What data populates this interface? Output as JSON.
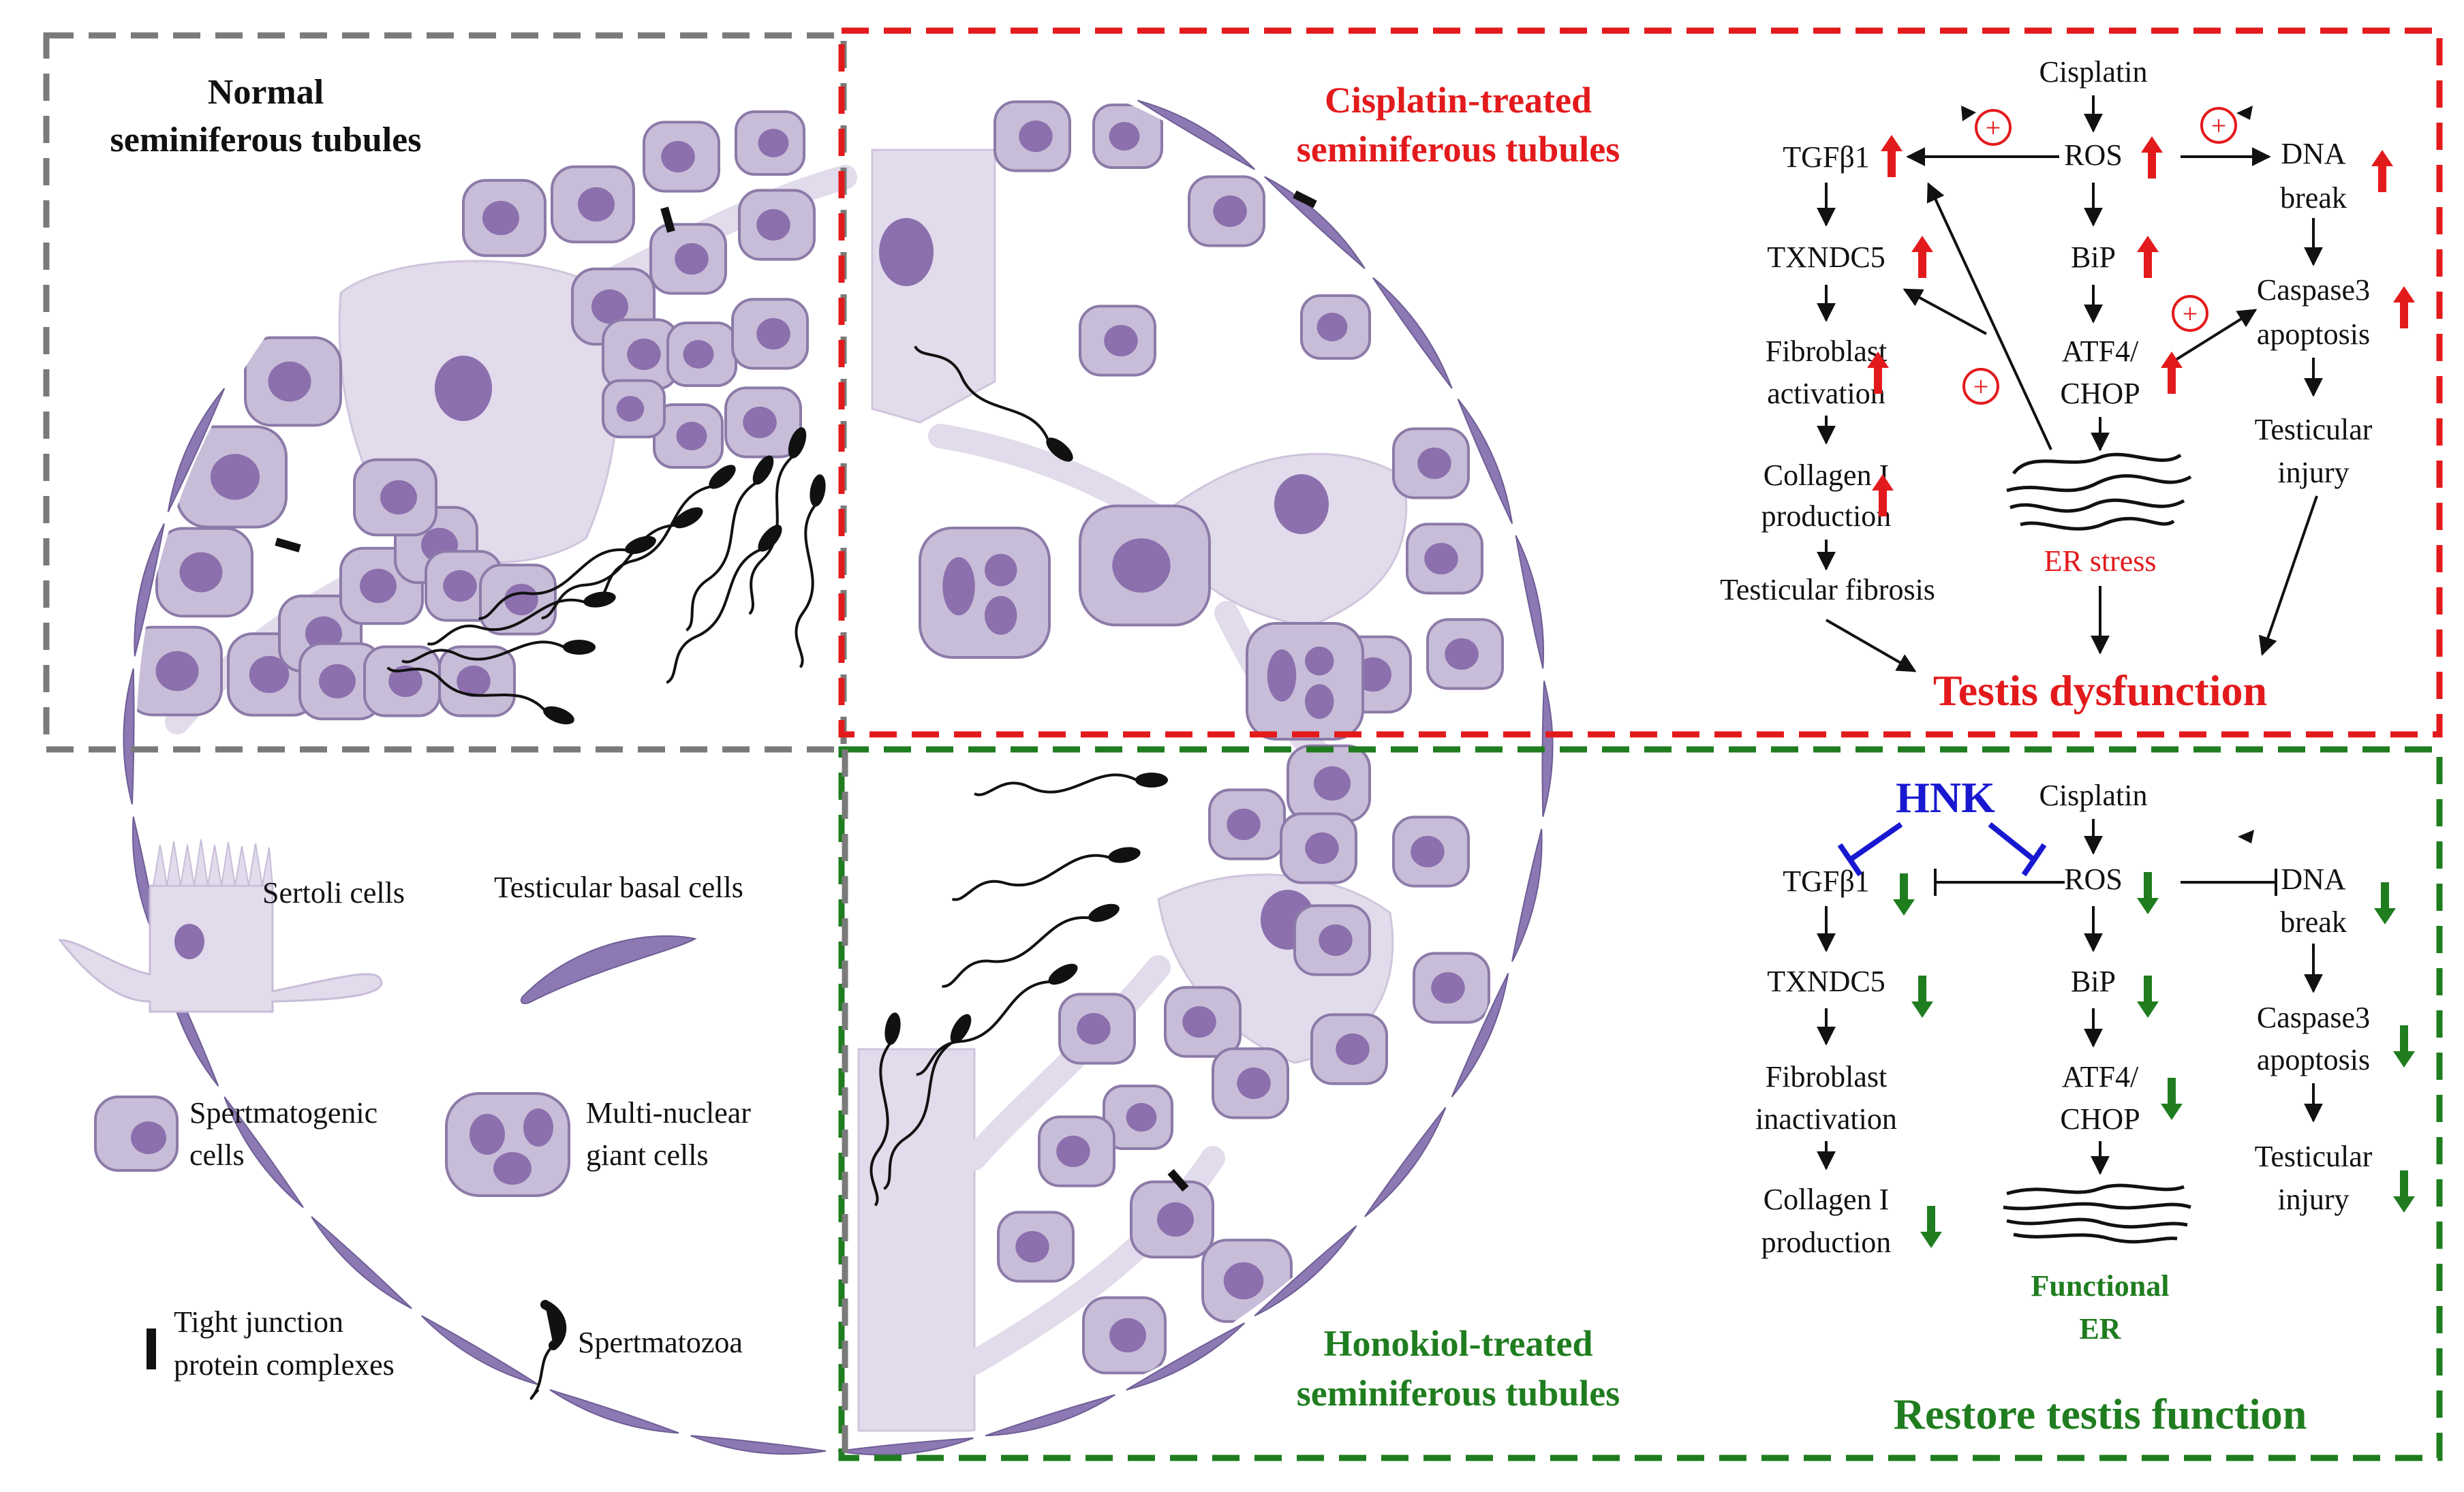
{
  "colors": {
    "cell_fill": "#c8bdd8",
    "cell_stroke": "#8c7aa8",
    "nucleus": "#8b70ad",
    "sertoli": "#e2dbeb",
    "basal": "#8c79b3",
    "red": "#e31a1c",
    "green": "#1f7d1f",
    "blue": "#1818d0",
    "grey": "#7a7a7a"
  },
  "panels": {
    "normal_title": [
      "Normal",
      "seminiferous tubules"
    ],
    "cisplatin_title": [
      "Cisplatin-treated",
      "seminiferous tubules"
    ],
    "honokiol_title": [
      "Honokiol-treated",
      "seminiferous tubules"
    ]
  },
  "legend": {
    "sertoli": "Sertoli cells",
    "basal": "Testicular basal cells",
    "spermatogenic": [
      "Spertmatogenic",
      "cells"
    ],
    "giant": [
      "Multi-nuclear",
      "giant cells"
    ],
    "tight": [
      "Tight junction",
      "protein complexes"
    ],
    "sperm": "Spertmatozoa"
  },
  "top_pathway": {
    "cisplatin": "Cisplatin",
    "ros": "ROS",
    "tgf": "TGFβ1",
    "dna": [
      "DNA",
      "break"
    ],
    "txndc5": "TXNDC5",
    "bip": "BiP",
    "caspase": [
      "Caspase3",
      "apoptosis"
    ],
    "fibroblast": [
      "Fibroblast",
      "activation"
    ],
    "atf4": [
      "ATF4/",
      "CHOP"
    ],
    "injury": [
      "Testicular",
      "injury"
    ],
    "collagen": [
      "Collagen I",
      "production"
    ],
    "er": "ER stress",
    "fibrosis": "Testicular fibrosis",
    "outcome": "Testis dysfunction",
    "plus": "+"
  },
  "bottom_pathway": {
    "hnk": "HNK",
    "cisplatin": "Cisplatin",
    "ros": "ROS",
    "tgf": "TGFβ1",
    "dna": [
      "DNA",
      "break"
    ],
    "txndc5": "TXNDC5",
    "bip": "BiP",
    "caspase": [
      "Caspase3",
      "apoptosis"
    ],
    "fibroblast": [
      "Fibroblast",
      "inactivation"
    ],
    "atf4": [
      "ATF4/",
      "CHOP"
    ],
    "injury": [
      "Testicular",
      "injury"
    ],
    "collagen": [
      "Collagen I",
      "production"
    ],
    "er": [
      "Functional",
      "ER"
    ],
    "outcome": "Restore testis function"
  }
}
